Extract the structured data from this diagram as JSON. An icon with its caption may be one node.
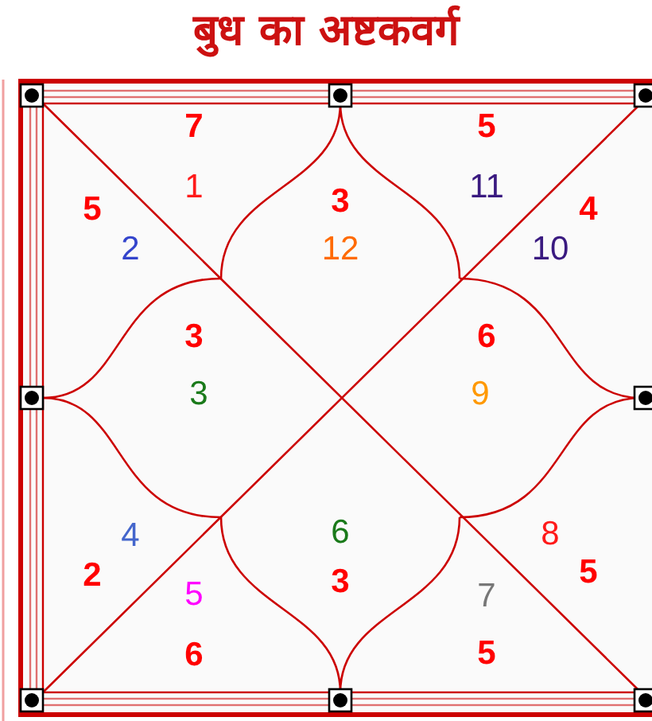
{
  "diagram": {
    "title": "बुध का अष्टकवर्ग",
    "nodes": [
      {
        "text": [
          "7",
          "1"
        ]
      },
      {
        "text": [
          "5",
          "11"
        ]
      },
      {
        "text": [
          "3",
          "12"
        ]
      },
      {
        "text": [
          "5",
          "2"
        ]
      },
      {
        "text": [
          "4",
          "10"
        ]
      },
      {
        "text": [
          "3",
          "3"
        ]
      },
      {
        "text": [
          "6",
          "9"
        ]
      },
      {
        "text": [
          "6",
          "3"
        ]
      },
      {
        "text": [
          "4",
          "2"
        ]
      },
      {
        "text": [
          "8",
          "5"
        ]
      },
      {
        "text": [
          "5",
          "6"
        ]
      },
      {
        "text": [
          "7",
          "5"
        ]
      }
    ]
  }
}
